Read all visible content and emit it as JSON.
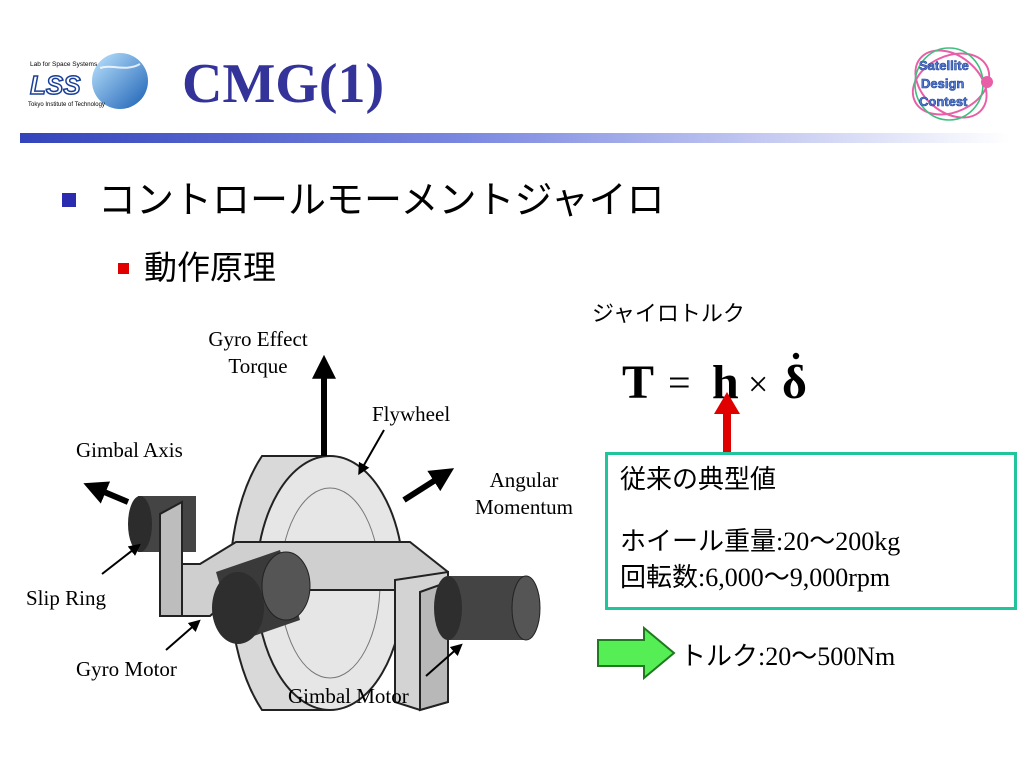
{
  "header": {
    "title": "CMG(1)",
    "left_logo": {
      "top_text": "Lab for Space Systems",
      "mark_text": "LSS",
      "bottom_text": "Tokyo Institute of Technology"
    },
    "right_logo": {
      "line1": "Satellite",
      "line2": "Design",
      "line3": "Contest"
    }
  },
  "bullets": {
    "level1": "コントロールモーメントジャイロ",
    "level2": "動作原理"
  },
  "diagram": {
    "labels": {
      "gyro_effect_line1": "Gyro Effect",
      "gyro_effect_line2": "Torque",
      "flywheel": "Flywheel",
      "gimbal_axis": "Gimbal Axis",
      "angular_line1": "Angular",
      "angular_line2": "Momentum",
      "slip_ring": "Slip Ring",
      "gyro_motor": "Gyro Motor",
      "gimbal_motor": "Gimbal Motor"
    }
  },
  "formula": {
    "label": "ジャイロトルク",
    "lhs": "T",
    "equals": "=",
    "h": "h",
    "times": "×",
    "delta": "δ"
  },
  "info_box": {
    "heading": "従来の典型値",
    "weight_label": "ホイール重量",
    "weight_value": ":20〜200kg",
    "speed_label": "回転数",
    "speed_value": ":6,000〜9,000rpm"
  },
  "torque_result": {
    "label": "トルク",
    "value": ":20〜500Nm"
  },
  "colors": {
    "title": "#33339a",
    "bullet1": "#2b2bb0",
    "bullet2": "#e00000",
    "box_border": "#20c59c",
    "red_arrow": "#e00000",
    "green_arrow": "#55ee55"
  }
}
